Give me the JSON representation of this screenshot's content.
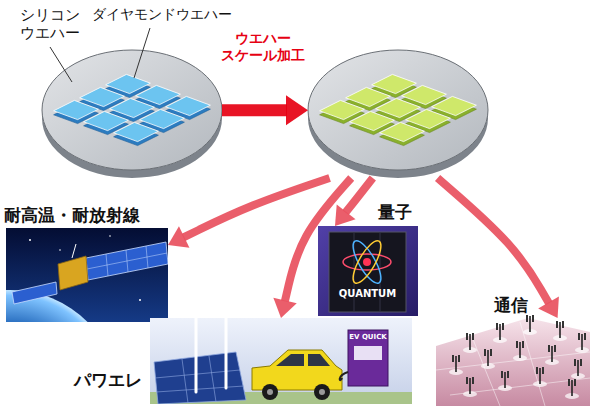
{
  "diagram": {
    "nodes": [
      {
        "text": [
          "シリコン ウエハー",
          "ダイヤモンドウエハー"
        ]
      },
      {
        "text": [
          "ウエハー スケール加工"
        ]
      },
      {
        "text": [
          "耐高温・耐放射線"
        ]
      },
      {
        "text": [
          "量子"
        ]
      },
      {
        "text": [
          "通信"
        ]
      },
      {
        "text": [
          "パワエレ"
        ]
      }
    ],
    "edges": [
      {
        "from": 0,
        "to": 1,
        "arrow": "to"
      },
      {
        "from": 1,
        "to": 2,
        "arrow": "to"
      },
      {
        "from": 1,
        "to": 3,
        "arrow": "to"
      },
      {
        "from": 1,
        "to": 4,
        "arrow": "to"
      },
      {
        "from": 1,
        "to": 5,
        "arrow": "to"
      }
    ],
    "labels": [
      "QUANTUM",
      "EV QUICK"
    ]
  }
}
